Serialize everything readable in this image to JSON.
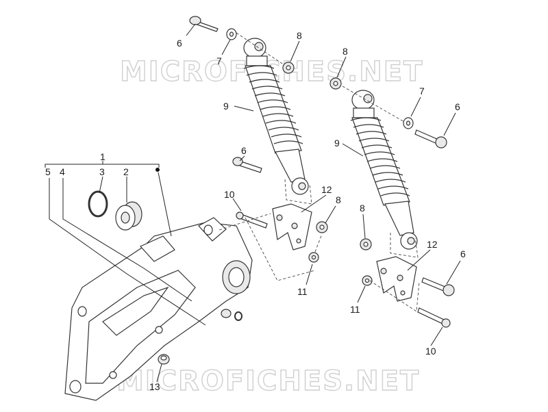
{
  "watermarks": [
    "MICROFICHES.NET",
    "MICROFICHES.NET"
  ],
  "callouts": [
    "1",
    "2",
    "3",
    "4",
    "5",
    "6",
    "6",
    "6",
    "6",
    "7",
    "7",
    "8",
    "8",
    "8",
    "8",
    "9",
    "9",
    "10",
    "10",
    "11",
    "11",
    "12",
    "12",
    "13"
  ]
}
